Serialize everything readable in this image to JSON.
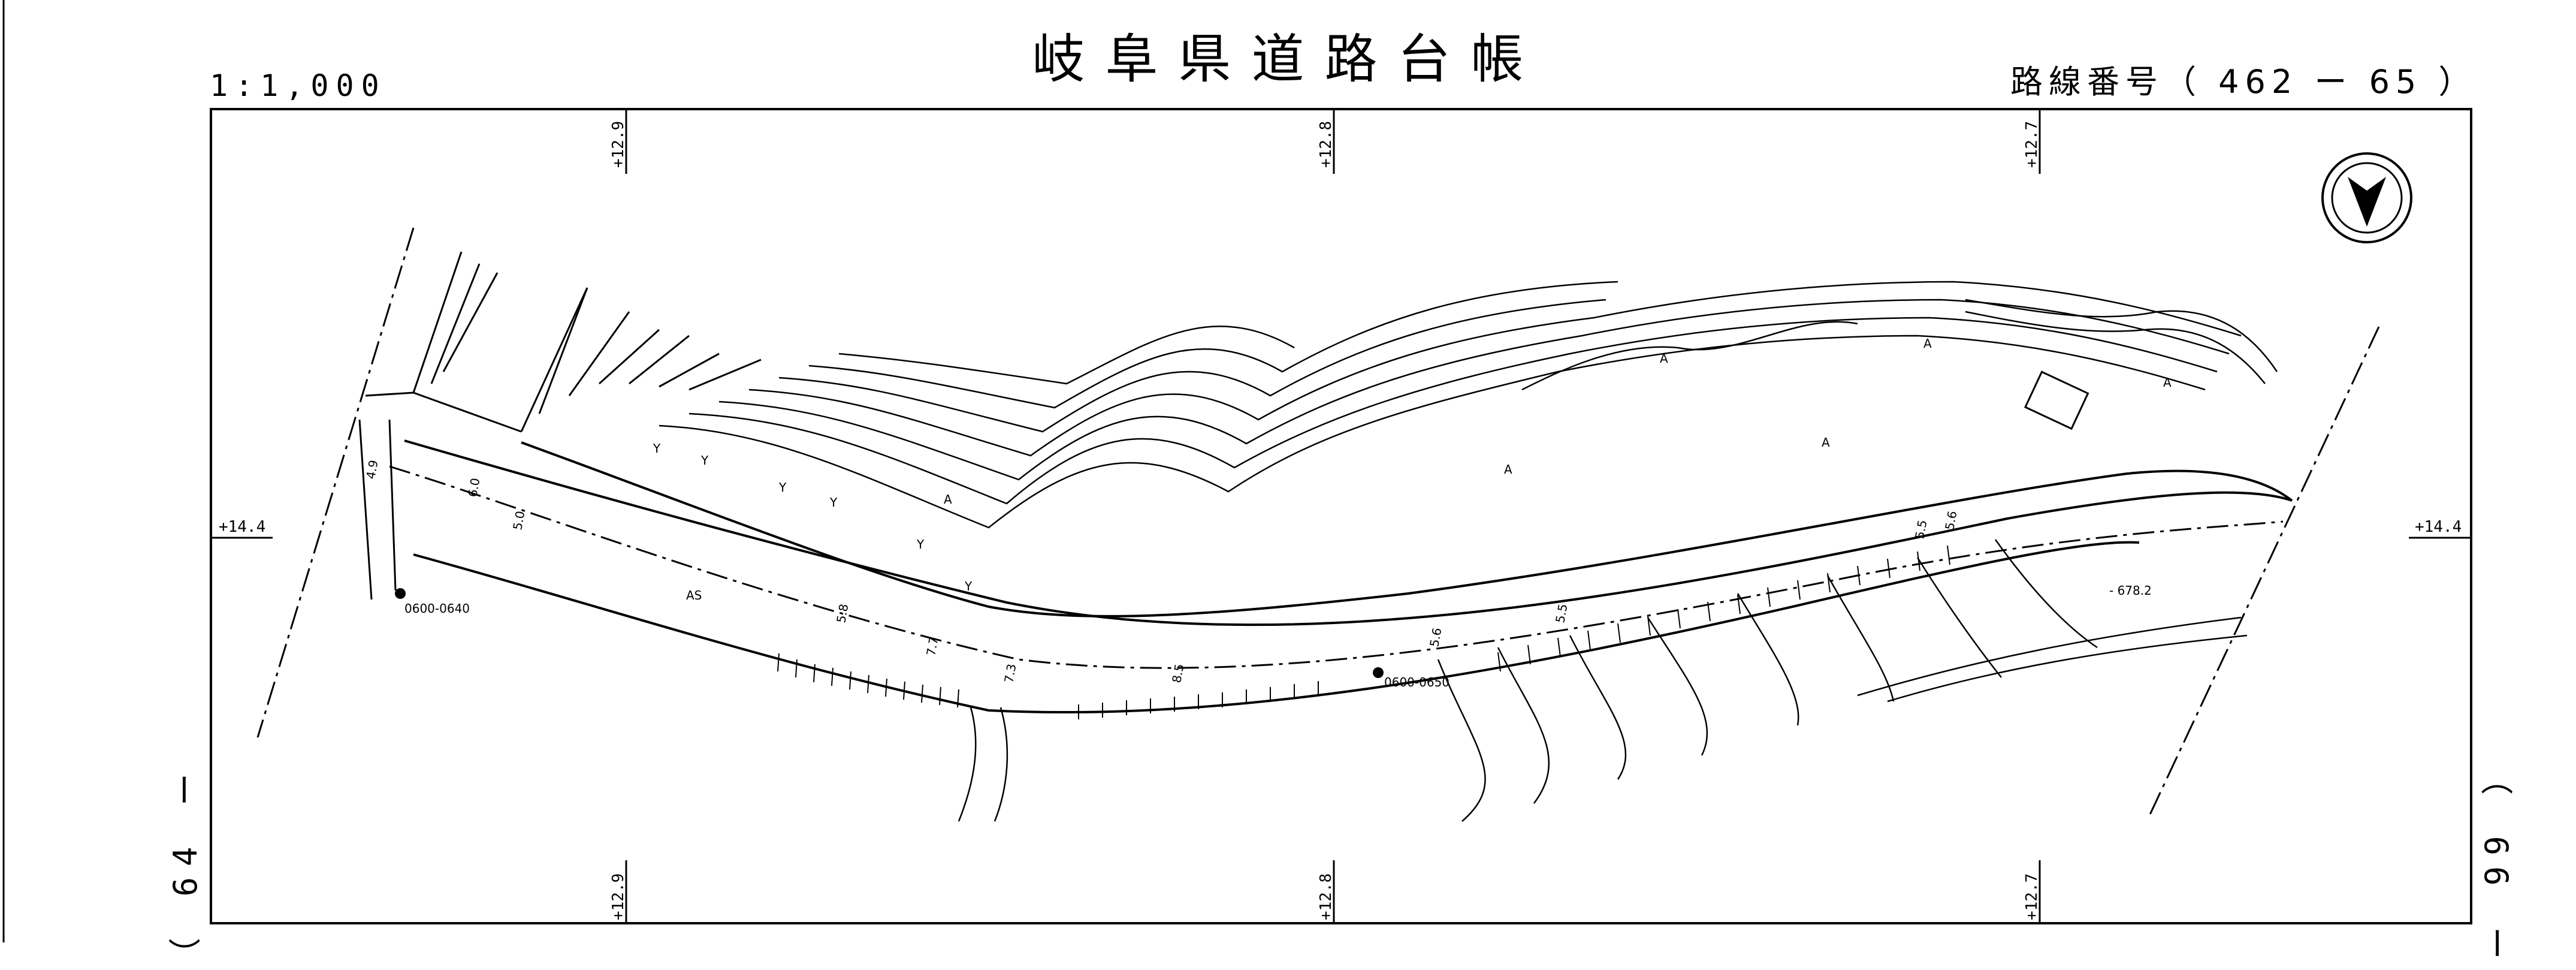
{
  "sheet": {
    "title": "岐阜県道路台帳",
    "scale": "1:1,000",
    "route_number": "路線番号（ 462 ー 65 ）",
    "left_adjacent_sheet": "（ 64 ー",
    "right_adjacent_sheet": "（ 66 ー"
  },
  "grid": {
    "top_ticks": [
      "+12.9",
      "+12.8",
      "+12.7"
    ],
    "bottom_ticks": [
      "+12.9",
      "+12.8",
      "+12.7"
    ],
    "left_tick": "+14.4",
    "right_tick": "+14.4"
  },
  "map_annotations": {
    "road_surface": "AS",
    "point_label_left": "0600-0640",
    "point_label_right": "0600-0650",
    "spot_elevation": "- 678.2",
    "widths": [
      "4.9",
      "6.0",
      "5.0",
      "5.8",
      "7.7",
      "7.3",
      "8.5",
      "5.6",
      "5.5",
      "5.5",
      "5.6"
    ],
    "orchard_symbol": "Y",
    "wasteland_symbol": "A"
  },
  "colors": {
    "ink": "#000000",
    "paper": "#ffffff"
  },
  "icons": {
    "north_arrow": "north-arrow-icon"
  }
}
